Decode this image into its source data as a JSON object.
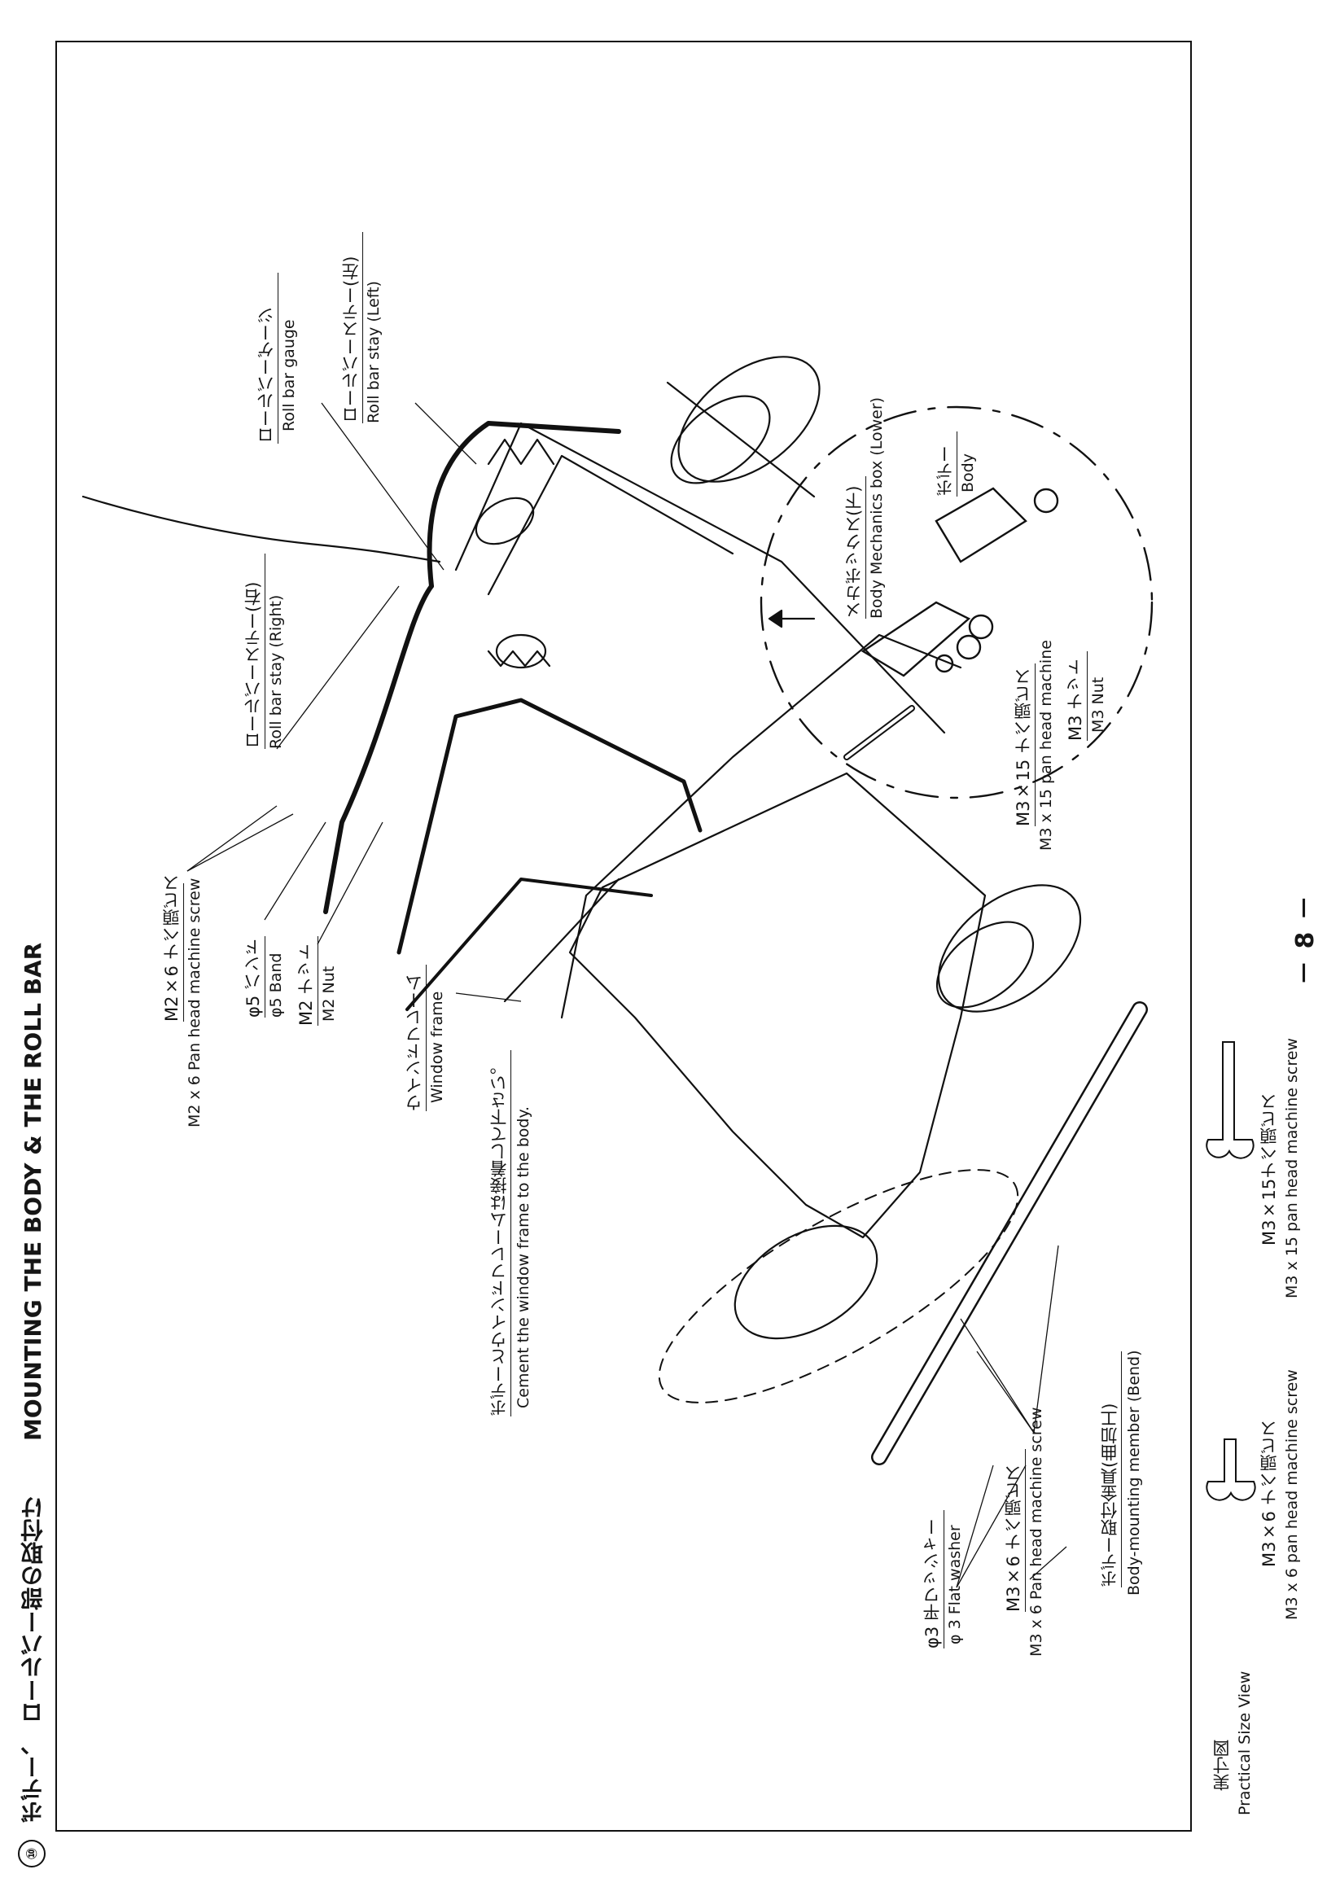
{
  "header": {
    "step_number": "⑩",
    "title_ja": "ボデー、 ロールバー部の取付け",
    "title_en": "MOUNTING THE BODY & THE ROLL BAR"
  },
  "callouts": {
    "roll_bar_gauge": {
      "ja": "ロールバーゲージ",
      "en": "Roll bar gauge"
    },
    "roll_bar_stay_left": {
      "ja": "ロールバーステー(左)",
      "en": "Roll bar stay (Left)"
    },
    "roll_bar_stay_right": {
      "ja": "ロールバーステー(右)",
      "en": "Roll bar stay (Right)"
    },
    "mechanics_box": {
      "ja": "メカボックス(下)",
      "en": "Body  Mechanics box (Lower)"
    },
    "body": {
      "ja": "ボデー",
      "en": "Body"
    },
    "m3x15_screw": {
      "ja": "M3×15 ナベ頭ビス",
      "en": "M3 x 15 pan head machine"
    },
    "m3_nut": {
      "ja": "M3 ナット",
      "en": "M3 Nut"
    },
    "m2x6_screw": {
      "ja": "M2×6 ナベ頭ビス",
      "en": "M2 x 6 Pan head machine screw"
    },
    "band": {
      "ja": "φ5 バンド",
      "en": "φ5 Band"
    },
    "m2_nut": {
      "ja": "M2 ナット",
      "en": "M2 Nut"
    },
    "window_frame": {
      "ja": "ウインドフレーム",
      "en": "Window frame"
    },
    "cement_note": {
      "ja": "ボデーとウインドフレームは接着して下さい。",
      "en": "Cement the window frame to the body."
    },
    "body_mounting": {
      "ja": "ボデー取付金具(曲加工)",
      "en": "Body-mounting member (Bend)"
    },
    "flat_washer": {
      "ja": "φ3 平ワッシャー",
      "en": "φ 3 Flat washer"
    },
    "m3x6_screw": {
      "ja": "M3×6 ナベ頭ビス",
      "en": "M3 x 6 Pan head machine screw"
    }
  },
  "practical_size": {
    "title_ja": "実寸図",
    "title_en": "Practical Size View",
    "screw_short": {
      "ja": "M3×6 ナベ頭ビス",
      "en": "M3 x 6 pan head machine screw"
    },
    "screw_long": {
      "ja": "M3×15ナベ頭ビス",
      "en": "M3 x 15 pan head machine screw"
    }
  },
  "page_number": "－ 8 －"
}
